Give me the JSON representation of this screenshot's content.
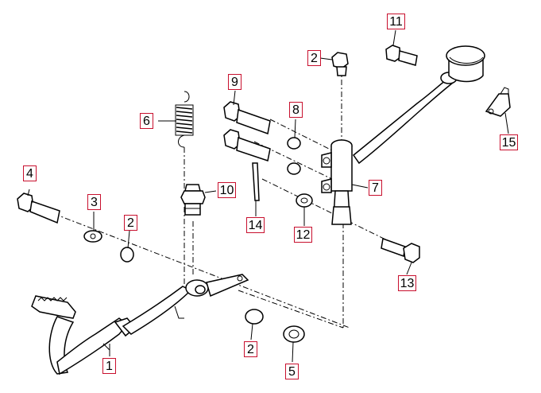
{
  "callouts": [
    {
      "id": "c1",
      "text": "1"
    },
    {
      "id": "c2a",
      "text": "2"
    },
    {
      "id": "c2b",
      "text": "2"
    },
    {
      "id": "c2c",
      "text": "2"
    },
    {
      "id": "c3",
      "text": "3"
    },
    {
      "id": "c4",
      "text": "4"
    },
    {
      "id": "c5",
      "text": "5"
    },
    {
      "id": "c6",
      "text": "6"
    },
    {
      "id": "c7",
      "text": "7"
    },
    {
      "id": "c8",
      "text": "8"
    },
    {
      "id": "c9",
      "text": "9"
    },
    {
      "id": "c10",
      "text": "10"
    },
    {
      "id": "c11",
      "text": "11"
    },
    {
      "id": "c12",
      "text": "12"
    },
    {
      "id": "c13",
      "text": "13"
    },
    {
      "id": "c14",
      "text": "14"
    },
    {
      "id": "c15",
      "text": "15"
    }
  ],
  "colors": {
    "callout_border": "#c8102e",
    "line": "#000000",
    "background": "#ffffff"
  }
}
